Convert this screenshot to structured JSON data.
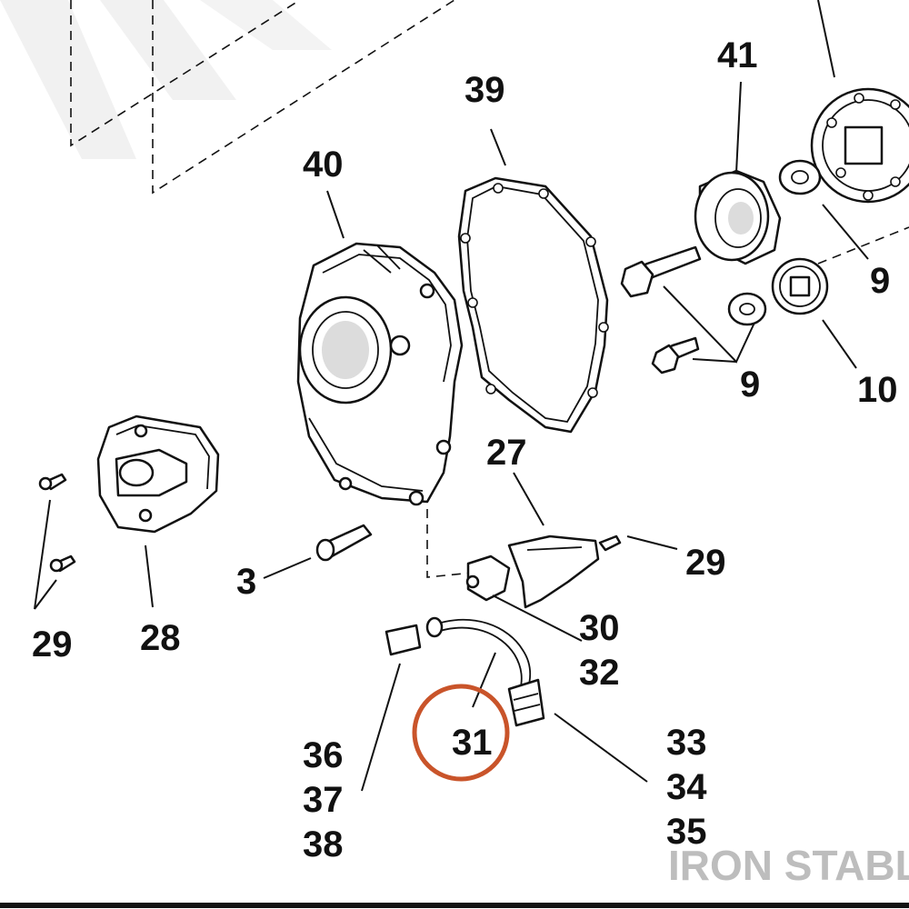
{
  "diagram": {
    "callouts": {
      "c41": "41",
      "c39": "39",
      "c40": "40",
      "c9a": "9",
      "c9b": "9",
      "c10": "10",
      "c27": "27",
      "c29a": "29",
      "c29b": "29",
      "c3": "3",
      "c28": "28",
      "c30": "30",
      "c32": "32",
      "c31": "31",
      "c33": "33",
      "c34": "34",
      "c35": "35",
      "c36": "36",
      "c37": "37",
      "c38": "38"
    },
    "highlight_color": "#c9542a",
    "line_color": "#111111"
  },
  "watermark": {
    "text": "IRON STABLE",
    "color": "#bdbdbd"
  }
}
